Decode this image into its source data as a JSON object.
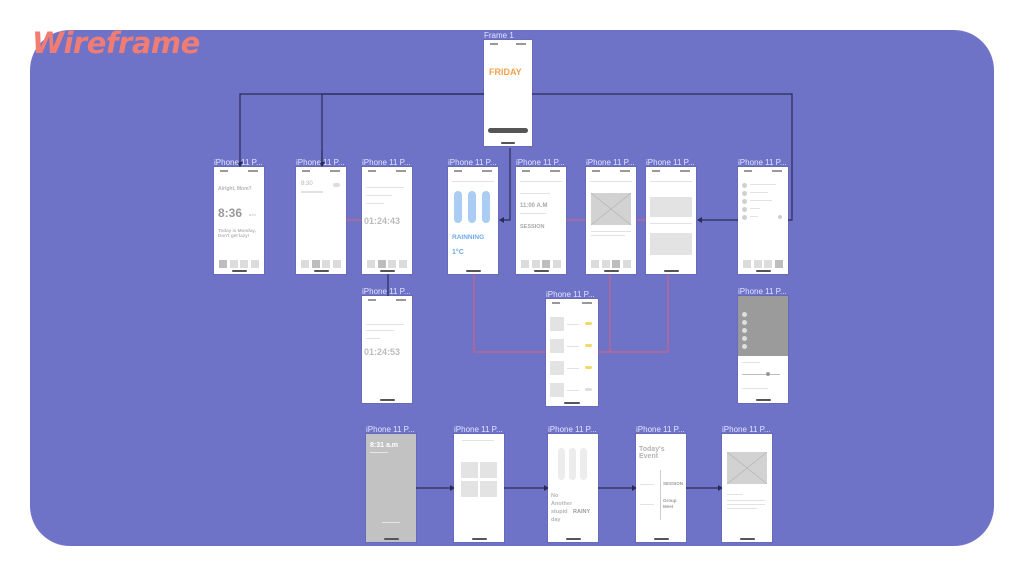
{
  "title": "Wireframe",
  "frame_label": "Frame 1",
  "screen_label": "iPhone 11 P...",
  "colors": {
    "background": "#6f73c8",
    "title": "#f07c73",
    "accent_orange": "#f5a04f",
    "accent_blue": "#7fb6f0",
    "connector": "#2b2b58",
    "connector_red": "#d9607a"
  },
  "frame1": {
    "heading": "FRIDAY"
  },
  "clock_screen": {
    "greeting": "Alright, Mom?",
    "time": "8:36",
    "ampm": "a.m",
    "message": "Today is Monday, Don't get lazy!"
  },
  "alarm_screen": {
    "time": "8:30"
  },
  "timer_screen": {
    "countdown": "01:24:43"
  },
  "timer_screen2": {
    "countdown": "01:24:53"
  },
  "weather_screen": {
    "status": "RAINNING",
    "temperature": "1°C"
  },
  "schedule_screen": {
    "time": "11:00 A.M",
    "event": "SESSION"
  },
  "lock_screen": {
    "time": "8:31 a.m"
  },
  "rainy_screen": {
    "text_line1": "No",
    "text_line2": "Another",
    "text_line3": "stupid",
    "highlight": "RAINY",
    "text_line4": "day"
  },
  "events_screen": {
    "heading": "Today's Event",
    "item1": "SESSION",
    "item2": "Group",
    "item3": "Meet"
  }
}
